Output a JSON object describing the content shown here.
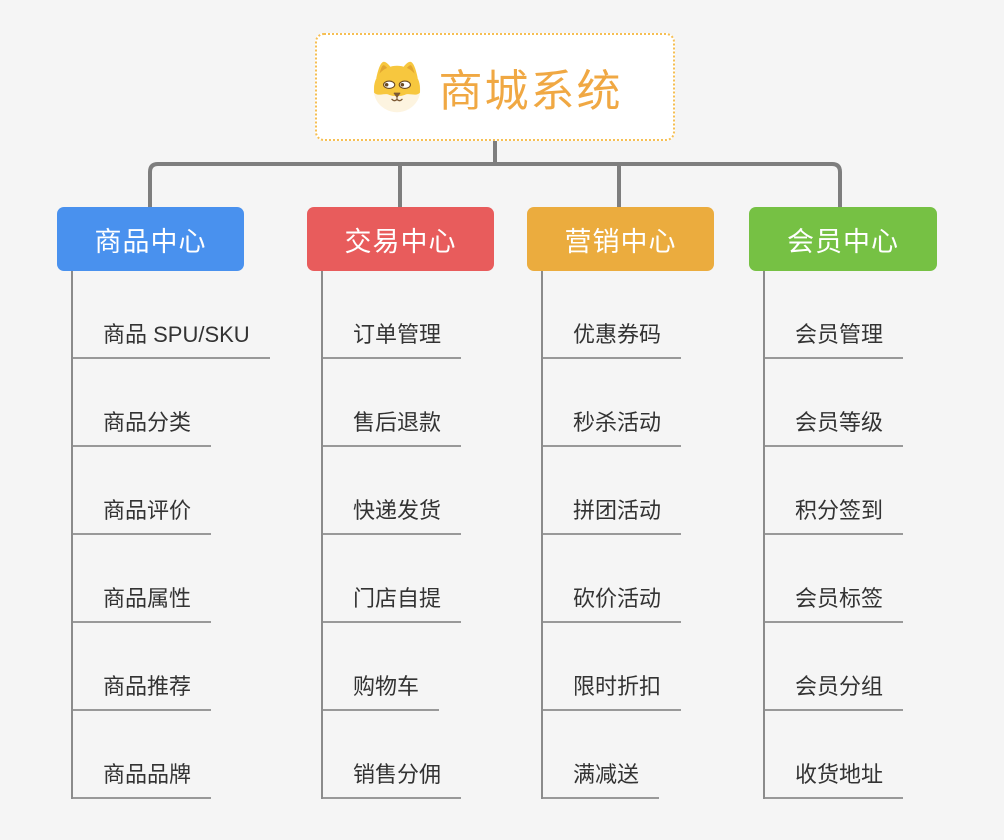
{
  "page": {
    "background_color": "#f5f5f5",
    "connector_color": "#7e7e7e",
    "child_line_color": "#8b8b8b",
    "underline_color": "#999999"
  },
  "root": {
    "title": "商城系统",
    "icon": "dog-face-icon",
    "text_color": "#f0a843",
    "border_color": "#f6bf53",
    "background": "#ffffff"
  },
  "branches": [
    {
      "label": "商品中心",
      "color": "#4991ee",
      "children": [
        "商品 SPU/SKU",
        "商品分类",
        "商品评价",
        "商品属性",
        "商品推荐",
        "商品品牌"
      ]
    },
    {
      "label": "交易中心",
      "color": "#e85c5c",
      "children": [
        "订单管理",
        "售后退款",
        "快递发货",
        "门店自提",
        "购物车",
        "销售分佣"
      ]
    },
    {
      "label": "营销中心",
      "color": "#ebac3e",
      "children": [
        "优惠券码",
        "秒杀活动",
        "拼团活动",
        "砍价活动",
        "限时折扣",
        "满减送"
      ]
    },
    {
      "label": "会员中心",
      "color": "#76c144",
      "children": [
        "会员管理",
        "会员等级",
        "积分签到",
        "会员标签",
        "会员分组",
        "收货地址"
      ]
    }
  ]
}
